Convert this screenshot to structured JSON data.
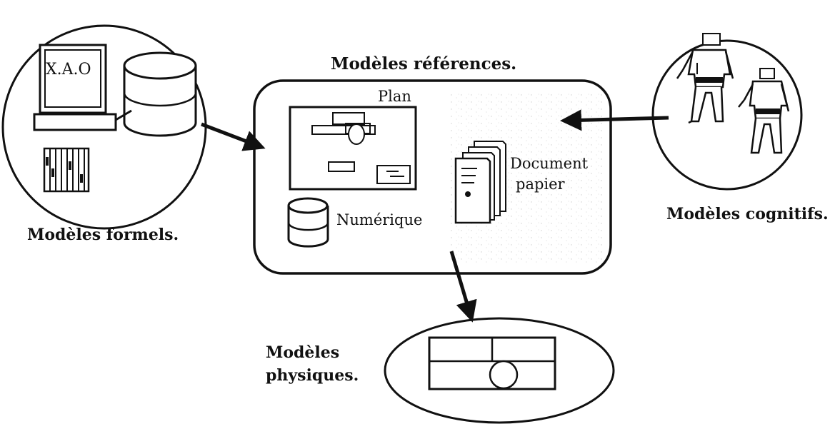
{
  "labels": {
    "references_title": "Modèles références.",
    "formels": "Modèles formels.",
    "cognitifs": "Modèles cognitifs.",
    "physiques_line1": "Modèles",
    "physiques_line2": "physiques.",
    "xao": "X.A.O",
    "plan": "Plan",
    "document_line1": "Document",
    "document_line2": "papier",
    "numerique": "Numérique"
  },
  "colors": {
    "stroke": "#111111",
    "background": "#ffffff",
    "speckle": "#cfcfcf"
  },
  "icons": [
    "computer-icon",
    "database-icon",
    "plc-module-icon",
    "person-icon",
    "document-stack-icon",
    "plan-drawing-icon",
    "arrow-icon"
  ]
}
